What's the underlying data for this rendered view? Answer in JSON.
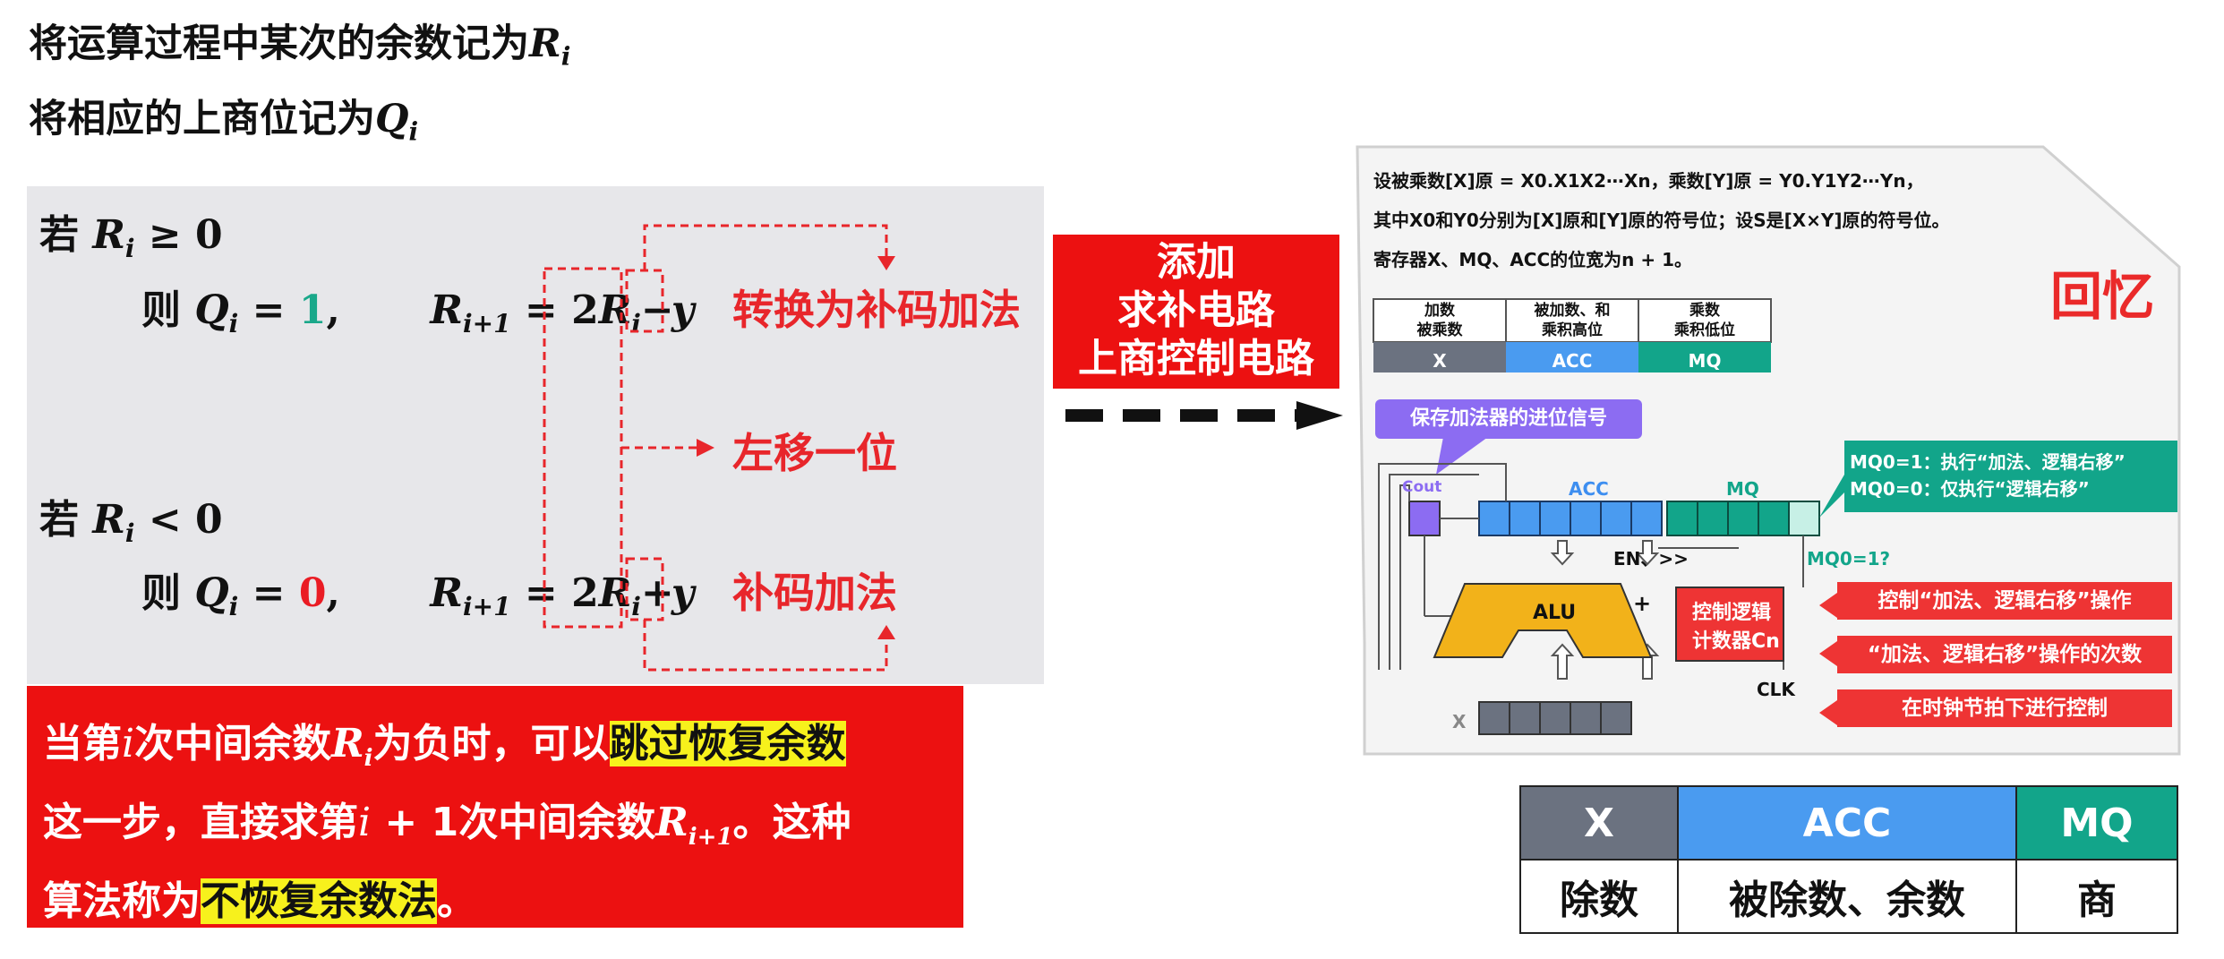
{
  "intro": {
    "line1_prefix": "将运算过程中某次的余数记为",
    "line1_var": "R",
    "line1_sub": "i",
    "line2_prefix": "将相应的上商位记为",
    "line2_var": "Q",
    "line2_sub": "i"
  },
  "case_positive": {
    "cond_zh": "若",
    "cond_math": "≥ 0",
    "then_zh": "则",
    "q_value": "1",
    "operator": "−",
    "annotation": "转换为补码加法"
  },
  "case_negative": {
    "cond_zh": "若",
    "cond_math": "< 0",
    "then_zh": "则",
    "q_value": "0",
    "operator": "+",
    "annotation": "补码加法"
  },
  "shift_annotation": "左移一位",
  "note": {
    "l1_a": "当第",
    "l1_b": "次中间余数",
    "l1_c": "为负时，可以",
    "l1_hl": "跳过恢复余数",
    "l2_a": "这一步，直接求第",
    "l2_b": "次中间余数",
    "l2_c": "。这种",
    "l3_a": "算法称为",
    "l3_hl": "不恢复余数法",
    "l3_c": "。"
  },
  "add_circuit_label": [
    "添加",
    "求补电路",
    "上商控制电路"
  ],
  "recall_card": {
    "line1": "设被乘数[X]原 = X0.X1X2⋯Xn，乘数[Y]原 = Y0.Y1Y2⋯Yn，",
    "line2": "其中X0和Y0分别为[X]原和[Y]原的符号位；设S是[X×Y]原的符号位。",
    "line3": "寄存器X、MQ、ACC的位宽为n + 1。",
    "recall": "回忆",
    "mini_table": {
      "headers": [
        "加数\n被乘数",
        "被加数、和\n乘积高位",
        "乘数\n乘积低位"
      ],
      "cells": [
        "X",
        "ACC",
        "MQ"
      ]
    },
    "carry_note": "保存加法器的进位信号",
    "cout": "Cout",
    "acc_label": "ACC",
    "mq_label": "MQ",
    "mq_rule_1": "MQ0=1：执行“加法、逻辑右移”",
    "mq_rule_2": "MQ0=0：仅执行“逻辑右移”",
    "en_shift": "EN、>>",
    "mq_check": "MQ0=1?",
    "alu": "ALU",
    "plus": "+",
    "control_1": "控制逻辑",
    "control_2": "计数器Cn",
    "clk": "CLK",
    "x_label": "X",
    "callout_1": "控制“加法、逻辑右移”操作",
    "callout_2": "“加法、逻辑右移”操作的次数",
    "callout_3": "在时钟节拍下进行控制"
  },
  "division_table": {
    "headers": [
      "X",
      "ACC",
      "MQ"
    ],
    "values": [
      "除数",
      "被除数、余数",
      "商"
    ]
  },
  "colors": {
    "accent_red": "#ec1111",
    "x_grey": "#6b7280",
    "acc_blue": "#4a9bf0",
    "mq_teal": "#12a58a",
    "highlight_yellow": "#f7f11c"
  }
}
